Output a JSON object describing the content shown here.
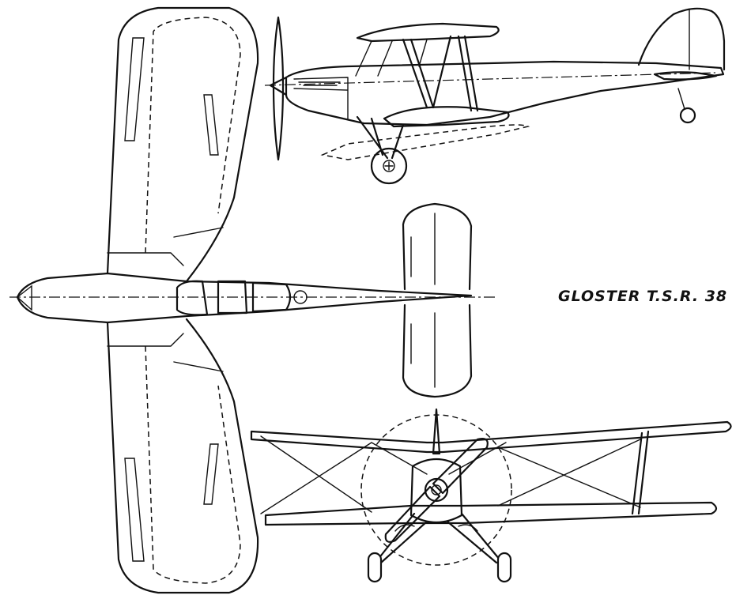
{
  "diagram": {
    "title": "GLOSTER T.S.R. 38",
    "views": [
      "side-view",
      "plan-view",
      "front-view"
    ]
  }
}
